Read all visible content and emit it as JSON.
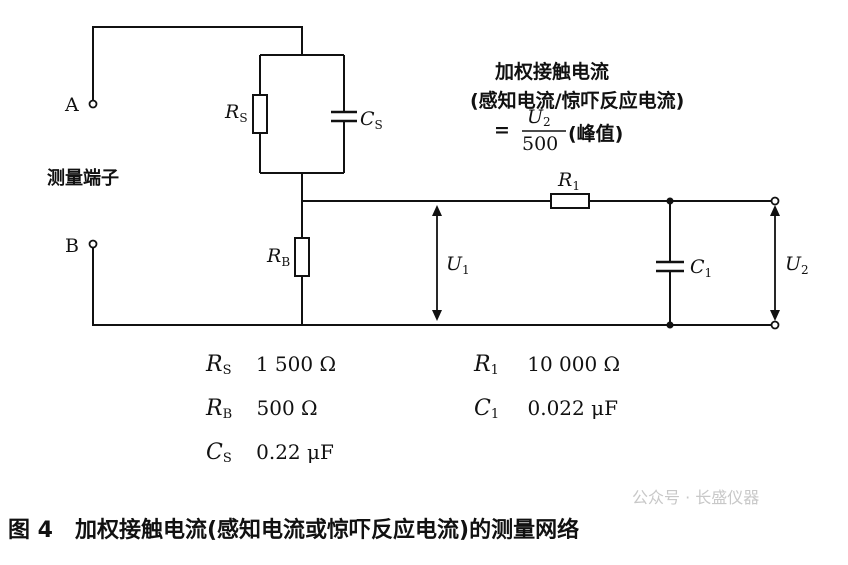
{
  "terminals": {
    "a_label": "A",
    "b_label": "B",
    "measure_label": "测量端子"
  },
  "components": {
    "rs": {
      "symbol": "R",
      "sub": "S"
    },
    "cs": {
      "symbol": "C",
      "sub": "S"
    },
    "rb": {
      "symbol": "R",
      "sub": "B"
    },
    "r1": {
      "symbol": "R",
      "sub": "1"
    },
    "c1": {
      "symbol": "C",
      "sub": "1"
    },
    "u1": {
      "symbol": "U",
      "sub": "1"
    },
    "u2": {
      "symbol": "U",
      "sub": "2"
    }
  },
  "annotation": {
    "line1": "加权接触电流",
    "line2": "(感知电流/惊吓反应电流)",
    "equals": "=",
    "numerator_symbol": "U",
    "numerator_sub": "2",
    "denominator": "500",
    "suffix": "(峰值)"
  },
  "specs": [
    {
      "symbol": "R",
      "sub": "S",
      "value": "1 500 Ω"
    },
    {
      "symbol": "R",
      "sub": "B",
      "value": "500 Ω"
    },
    {
      "symbol": "C",
      "sub": "S",
      "value": "0.22 μF"
    },
    {
      "symbol": "R",
      "sub": "1",
      "value": "10 000 Ω"
    },
    {
      "symbol": "C",
      "sub": "1",
      "value": "0.022 μF"
    }
  ],
  "caption": "图 4　加权接触电流(感知电流或惊吓反应电流)的测量网络",
  "watermark": "公众号 · 长盛仪器"
}
